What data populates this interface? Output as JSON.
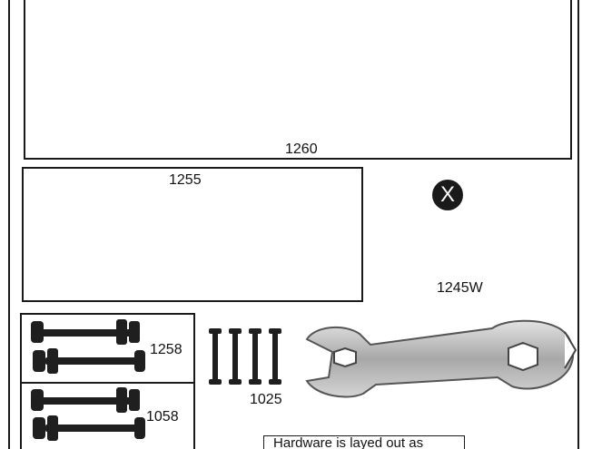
{
  "parts": {
    "panel_top": "1260",
    "panel_middle": "1255",
    "part_x": "X",
    "part_1245w": "1245W",
    "bolt_set_a": "1258",
    "bolt_set_b": "1058",
    "bolts_small": "1025"
  },
  "note": "Hardware is layed out as",
  "colors": {
    "line": "#1a1a1a",
    "hardware": "#1f1f1f",
    "wrench": "#b9b9b9"
  }
}
